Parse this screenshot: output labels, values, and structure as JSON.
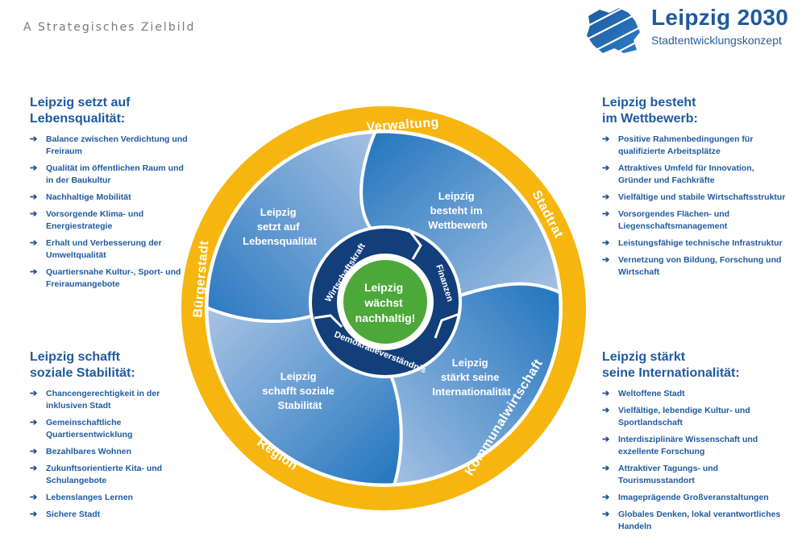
{
  "page_label": "A Strategisches Zielbild",
  "logo": {
    "title": "Leipzig 2030",
    "subtitle": "Stadtentwicklungskonzept",
    "icon": "leipzig-map-icon"
  },
  "colors": {
    "brand_blue": "#1f5aa0",
    "ring_yellow": "#f6b60f",
    "segment_blue_dark": "#2a78c0",
    "segment_blue_light": "#9fbde0",
    "inner_ring_navy": "#123e7a",
    "center_green": "#4ca838"
  },
  "outer_ring": {
    "labels": [
      "Verwaltung",
      "Stadtrat",
      "Kommunalwirtschaft",
      "Region",
      "Bürgerstadt"
    ]
  },
  "segments": {
    "top_left": [
      "Leipzig",
      "setzt auf",
      "Lebensqualität"
    ],
    "top_right": [
      "Leipzig",
      "besteht im",
      "Wettbewerb"
    ],
    "bottom_left": [
      "Leipzig",
      "schafft soziale",
      "Stabilität"
    ],
    "bottom_right": [
      "Leipzig",
      "stärkt seine",
      "Internationalität"
    ]
  },
  "inner_ring": {
    "labels": [
      "Wirtschaftskraft",
      "Finanzen",
      "Demokratieverständnis"
    ]
  },
  "center": {
    "lines": [
      "Leipzig",
      "wächst",
      "nachhaltig!"
    ]
  },
  "panels": {
    "top_left": {
      "title_lines": [
        "Leipzig setzt auf",
        "Lebensqualität:"
      ],
      "items": [
        "Balance zwischen Verdichtung und Freiraum",
        "Qualität im öffentlichen Raum und in der Baukultur",
        "Nachhaltige Mobilität",
        "Vorsorgende Klima- und Energiestrategie",
        "Erhalt und Verbesserung der Umweltqualität",
        "Quartiersnahe Kultur-, Sport- und Freiraumangebote"
      ]
    },
    "bottom_left": {
      "title_lines": [
        "Leipzig schafft",
        "soziale Stabilität:"
      ],
      "items": [
        "Chancengerechtigkeit in der inklusiven Stadt",
        "Gemeinschaftliche Quartiersentwicklung",
        "Bezahlbares Wohnen",
        "Zukunftsorientierte Kita- und Schulangebote",
        "Lebenslanges Lernen",
        "Sichere Stadt"
      ]
    },
    "top_right": {
      "title_lines": [
        "Leipzig besteht",
        "im Wettbewerb:"
      ],
      "items": [
        "Positive Rahmenbedingungen für qualifizierte Arbeitsplätze",
        "Attraktives Umfeld für Innovation, Gründer und Fachkräfte",
        "Vielfältige und stabile Wirtschaftsstruktur",
        "Vorsorgendes Flächen- und Liegenschaftsmanagement",
        "Leistungsfähige technische Infrastruktur",
        "Vernetzung von Bildung, Forschung und Wirtschaft"
      ]
    },
    "bottom_right": {
      "title_lines": [
        "Leipzig stärkt",
        "seine Internationalität:"
      ],
      "items": [
        "Weltoffene Stadt",
        "Vielfältige, lebendige Kultur- und Sportlandschaft",
        "Interdisziplinäre Wissenschaft und exzellente Forschung",
        "Attraktiver Tagungs- und Tourismusstandort",
        "Imageprägende Großveranstaltungen",
        "Globales Denken, lokal verantwortliches Handeln"
      ]
    }
  },
  "bullet_icon": "arrow-right-icon"
}
